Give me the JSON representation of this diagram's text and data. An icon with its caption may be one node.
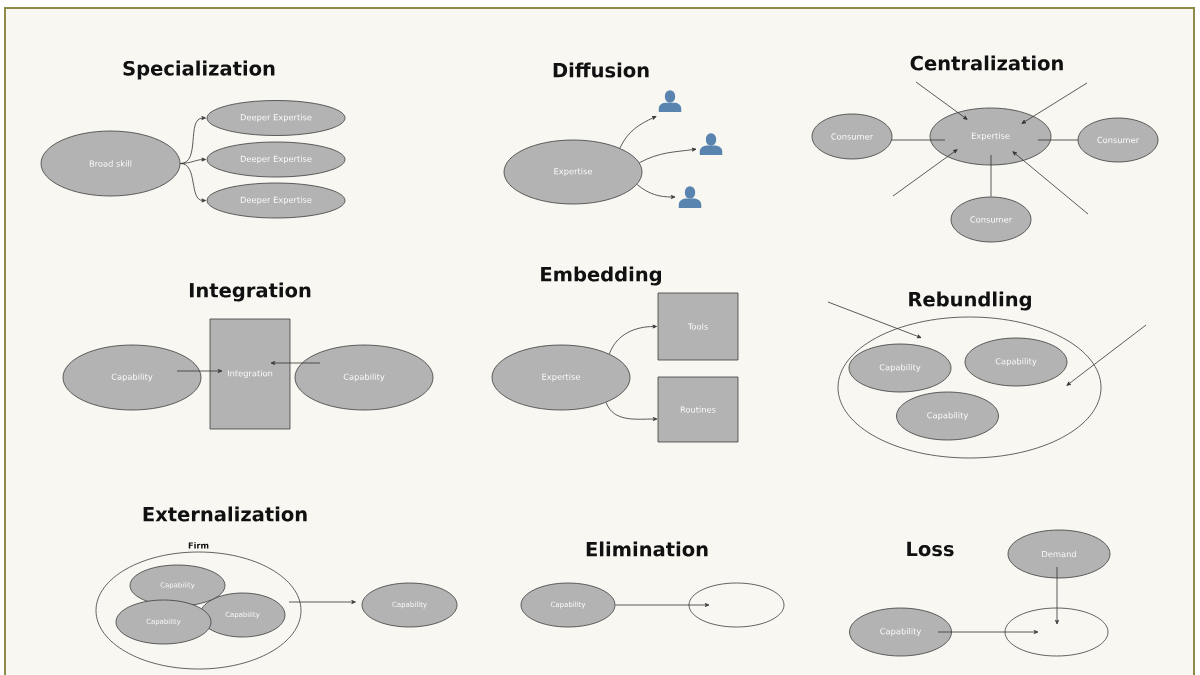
{
  "diagram": {
    "nodes": [
      {
        "text": [
          "Broad skill"
        ]
      },
      {
        "text": [
          "Deeper Expertise"
        ]
      },
      {
        "text": [
          "Deeper Expertise"
        ]
      },
      {
        "text": [
          "Deeper Expertise"
        ]
      },
      {
        "text": [
          "Expertise"
        ]
      },
      {
        "text": [],
        "shape": "person"
      },
      {
        "text": [],
        "shape": "person"
      },
      {
        "text": [],
        "shape": "person"
      },
      {
        "text": [
          "Consumer"
        ]
      },
      {
        "text": [
          "Expertise"
        ]
      },
      {
        "text": [
          "Consumer"
        ]
      },
      {
        "text": [
          "Consumer"
        ]
      },
      {
        "text": [
          "Capability"
        ]
      },
      {
        "text": [
          "Integration"
        ]
      },
      {
        "text": [
          "Capability"
        ]
      },
      {
        "text": [
          "Expertise"
        ]
      },
      {
        "text": [
          "Tools"
        ]
      },
      {
        "text": [
          "Routines"
        ]
      },
      {
        "text": [],
        "shape": "ellipse"
      },
      {
        "text": [
          "Capability"
        ],
        "in": 18
      },
      {
        "text": [
          "Capability"
        ],
        "in": 18
      },
      {
        "text": [
          "Capability"
        ],
        "in": 18
      },
      {
        "text": [
          "Firm"
        ]
      },
      {
        "text": [
          "Capability"
        ],
        "in": 22
      },
      {
        "text": [
          "Capability"
        ],
        "in": 22
      },
      {
        "text": [
          "Capability"
        ],
        "in": 22
      },
      {
        "text": [
          "Capability"
        ]
      },
      {
        "text": [
          "Capability"
        ]
      },
      {
        "text": [],
        "shape": "ellipse"
      },
      {
        "text": [
          "Demand"
        ]
      },
      {
        "text": [
          "Capability"
        ]
      },
      {
        "text": [],
        "shape": "ellipse"
      }
    ],
    "edges": [
      {
        "from": 0,
        "to": 1,
        "arrow": "to"
      },
      {
        "from": 0,
        "to": 2,
        "arrow": "to"
      },
      {
        "from": 0,
        "to": 3,
        "arrow": "to"
      },
      {
        "from": 4,
        "to": 5,
        "arrow": "to"
      },
      {
        "from": 4,
        "to": 6,
        "arrow": "to"
      },
      {
        "from": 4,
        "to": 7,
        "arrow": "to"
      },
      {
        "from": 8,
        "to": 9,
        "arrow": "none"
      },
      {
        "from": 10,
        "to": 9,
        "arrow": "none"
      },
      {
        "from": 11,
        "to": 9,
        "arrow": "none"
      },
      {
        "from": null,
        "to": 9,
        "arrow": "to"
      },
      {
        "from": null,
        "to": 9,
        "arrow": "to"
      },
      {
        "from": null,
        "to": 9,
        "arrow": "to"
      },
      {
        "from": null,
        "to": 9,
        "arrow": "to"
      },
      {
        "from": 12,
        "to": 13,
        "arrow": "to"
      },
      {
        "from": 14,
        "to": 13,
        "arrow": "to"
      },
      {
        "from": 15,
        "to": 16,
        "arrow": "to"
      },
      {
        "from": 15,
        "to": 17,
        "arrow": "to"
      },
      {
        "from": null,
        "to": 18,
        "arrow": "to"
      },
      {
        "from": null,
        "to": 18,
        "arrow": "to"
      },
      {
        "from": 22,
        "to": 26,
        "arrow": "to"
      },
      {
        "from": 27,
        "to": 28,
        "arrow": "to"
      },
      {
        "from": 29,
        "to": 31,
        "arrow": "to"
      },
      {
        "from": 30,
        "to": 31,
        "arrow": "to"
      }
    ],
    "labels": [
      "Specialization",
      "Diffusion",
      "Centralization",
      "Integration",
      "Embedding",
      "Rebundling",
      "Externalization",
      "Elimination",
      "Loss"
    ]
  }
}
